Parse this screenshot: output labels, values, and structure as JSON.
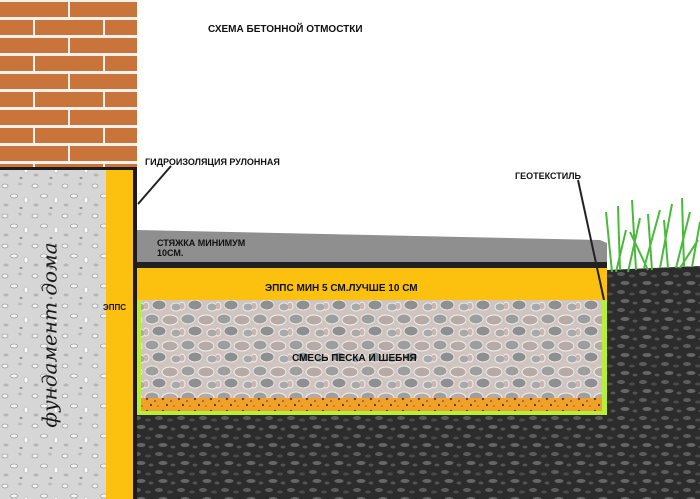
{
  "title": "СХЕМА БЕТОННОЙ ОТМОСТКИ",
  "labels": {
    "waterproofing": "ГИДРОИЗОЛЯЦИЯ РУЛОННАЯ",
    "geotextile": "ГЕОТЕКСТИЛЬ",
    "screed_line1": "СТЯЖКА МИНИМУМ",
    "screed_line2": "10СМ.",
    "epps_layer": "ЭППС МИН 5 СМ.ЛУЧШЕ 10 СМ",
    "sand_gravel": "СМЕСЬ ПЕСКА И ШЕБНЯ",
    "epps_wall": "ЭППС",
    "foundation": "фундамент дома"
  },
  "colors": {
    "brick": "#c8743a",
    "mortar": "#f3f1ec",
    "foundation": "#d6d6d6",
    "epps": "#fcc10f",
    "screed": "#8f8f8f",
    "black_line": "#222222",
    "gravel_bg": "#cfc4bf",
    "sand": "#f0a12a",
    "geotextile": "#b8ee3a",
    "soil": "#2c2c2c",
    "grass": "#49b93a"
  }
}
